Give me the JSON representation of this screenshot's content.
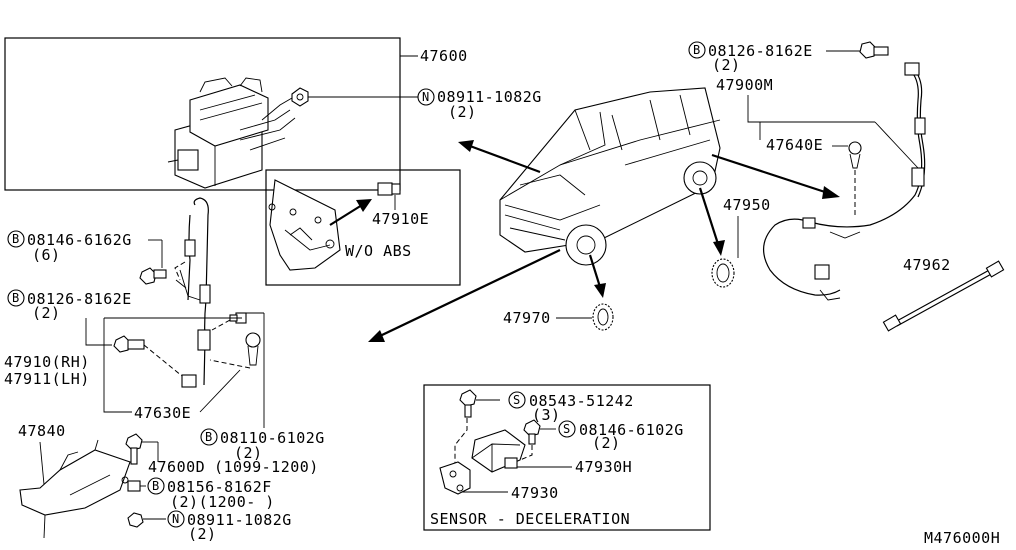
{
  "labels": {
    "p47600": "47600",
    "n_08911_top": "08911-1082G",
    "n_08911_top_qty": "(2)",
    "b_08126_top": "08126-8162E",
    "b_08126_top_qty": "(2)",
    "p47900m": "47900M",
    "p47640e": "47640E",
    "p47910e": "47910E",
    "wo_abs": "W/O ABS",
    "p47950": "47950",
    "p47962": "47962",
    "p47970": "47970",
    "b_08146_left": "08146-6162G",
    "b_08146_left_qty": "(6)",
    "b_08126_left": "08126-8162E",
    "b_08126_left_qty": "(2)",
    "p47910rh": "47910(RH)",
    "p47911lh": "47911(LH)",
    "p47630e": "47630E",
    "b_08110": "08110-6102G",
    "b_08110_qty": "(2)",
    "p47840": "47840",
    "p47600d": "47600D",
    "p47600d_range": "(1099-1200)",
    "b_08156": "08156-8162F",
    "b_08156_qty": "(2)(1200-    )",
    "n_08911_bot": "08911-1082G",
    "n_08911_bot_qty": "(2)",
    "s_08543": "08543-51242",
    "s_08543_qty": "(3)",
    "s_08146": "08146-6102G",
    "s_08146_qty": "(2)",
    "p47930h": "47930H",
    "p47930": "47930",
    "sensor_caption": "SENSOR - DECELERATION",
    "diagram_code": "M476000H"
  },
  "symbols": {
    "b": "B",
    "n": "N",
    "s": "S"
  }
}
